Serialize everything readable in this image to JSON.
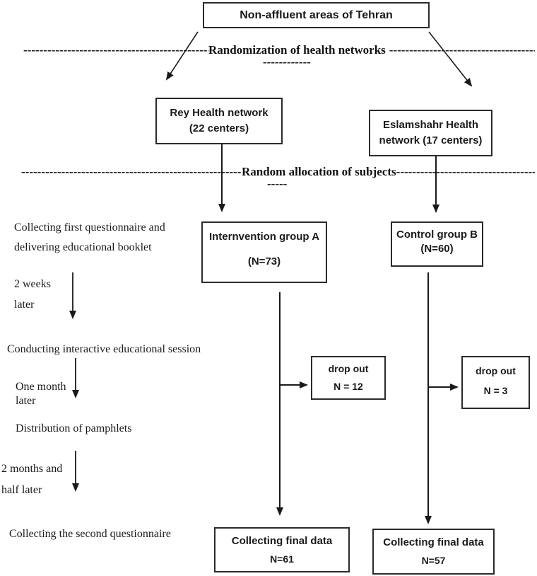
{
  "diagram": {
    "title": "Non-affluent areas of Tehran",
    "divider1": {
      "left_dashes": "--------------------------------------------------------------------------------",
      "label": "Randomization of health networks",
      "right_dashes": "--------------------------------------------------------------------------------",
      "sub_dashes": "------------"
    },
    "divider2": {
      "left_dashes": "--------------------------------------------------------------------------------",
      "label": "Random allocation of subjects",
      "right_dashes": "--------------------------------------------------------------------------------",
      "sub_dashes": "-----"
    },
    "boxes": {
      "rey": "Rey Health network (22 centers)",
      "eslamshahr": "Eslamshahr Health network (17 centers)",
      "intervention": {
        "line1": "Internvention group A",
        "line2": "(N=73)"
      },
      "control": {
        "line1": "Control group B",
        "line2": "(N=60)"
      },
      "dropout_a": {
        "line1": "drop out",
        "line2": "N = 12"
      },
      "dropout_b": {
        "line1": "drop out",
        "line2": "N = 3"
      },
      "final_a": {
        "line1": "Collecting final data",
        "line2": "N=61"
      },
      "final_b": {
        "line1": "Collecting final data",
        "line2": "N=57"
      }
    },
    "timeline": {
      "step1_line1": "Collecting first questionnaire and",
      "step1_line2": "delivering educational booklet",
      "interval1_line1": "2 weeks",
      "interval1_line2": "later",
      "step2": "Conducting interactive educational session",
      "interval2_line1": "One month",
      "interval2_line2": "later",
      "step3": "Distribution of pamphlets",
      "interval3_line1": "2 months and",
      "interval3_line2": "half later",
      "step4": "Collecting the second questionnaire"
    },
    "colors": {
      "line": "#1a1a1a",
      "border": "#2b2b2b",
      "text": "#1a1a1a",
      "background": "#ffffff"
    }
  }
}
